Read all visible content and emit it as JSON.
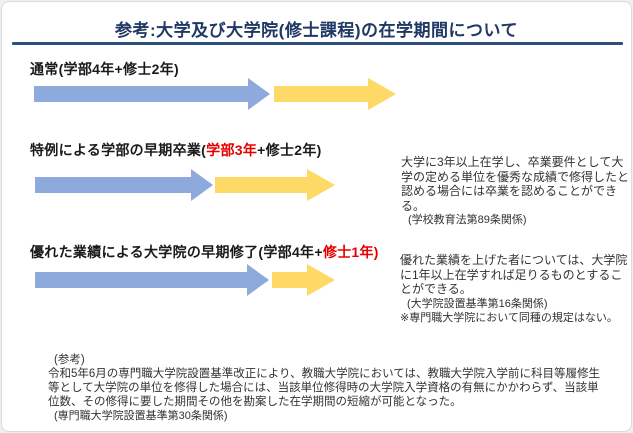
{
  "title": "参考:大学及び大学院(修士課程)の在学期間について",
  "colors": {
    "title_navy": "#1f3864",
    "divider_navy": "#2e4e7e",
    "arrow_blue": "#8ea9db",
    "arrow_yellow": "#ffd966",
    "highlight_red": "#e60000"
  },
  "rows": [
    {
      "label": {
        "p1": "通常(学部4年+修士2年)",
        "p2": "",
        "p3": ""
      },
      "undergrad_years": 4,
      "masters_years": 2,
      "note": {
        "body": "",
        "ref": "",
        "caveat": ""
      }
    },
    {
      "label": {
        "p1": "特例による学部の早期卒業(",
        "p2": "学部3年",
        "p3": "+修士2年)"
      },
      "undergrad_years": 3,
      "masters_years": 2,
      "note": {
        "body": "大学に3年以上在学し、卒業要件として大学の定める単位を優秀な成績で修得したと認める場合には卒業を認めることができる。",
        "ref": "(学校教育法第89条関係)",
        "caveat": ""
      }
    },
    {
      "label": {
        "p1": "優れた業績による大学院の早期修了(学部4年+",
        "p2": "修士1年)",
        "p3": ""
      },
      "undergrad_years": 4,
      "masters_years": 1,
      "note": {
        "body": "優れた業績を上げた者については、大学院に1年以上在学すれば足りるものとすることができる。",
        "ref": "(大学院設置基準第16条関係)",
        "caveat": "※専門職大学院において同種の規定はない。"
      }
    }
  ],
  "footer": {
    "heading": "(参考)",
    "body": "令和5年6月の専門職大学院設置基準改正により、教職大学院においては、教職大学院入学前に科目等履修生等として大学院の単位を修得した場合には、当該単位修得時の大学院入学資格の有無にかかわらず、当該単位数、その修得に要した期間その他を勘案した在学期間の短縮が可能となった。",
    "ref": "(専門職大学院設置基準第30条関係)"
  }
}
